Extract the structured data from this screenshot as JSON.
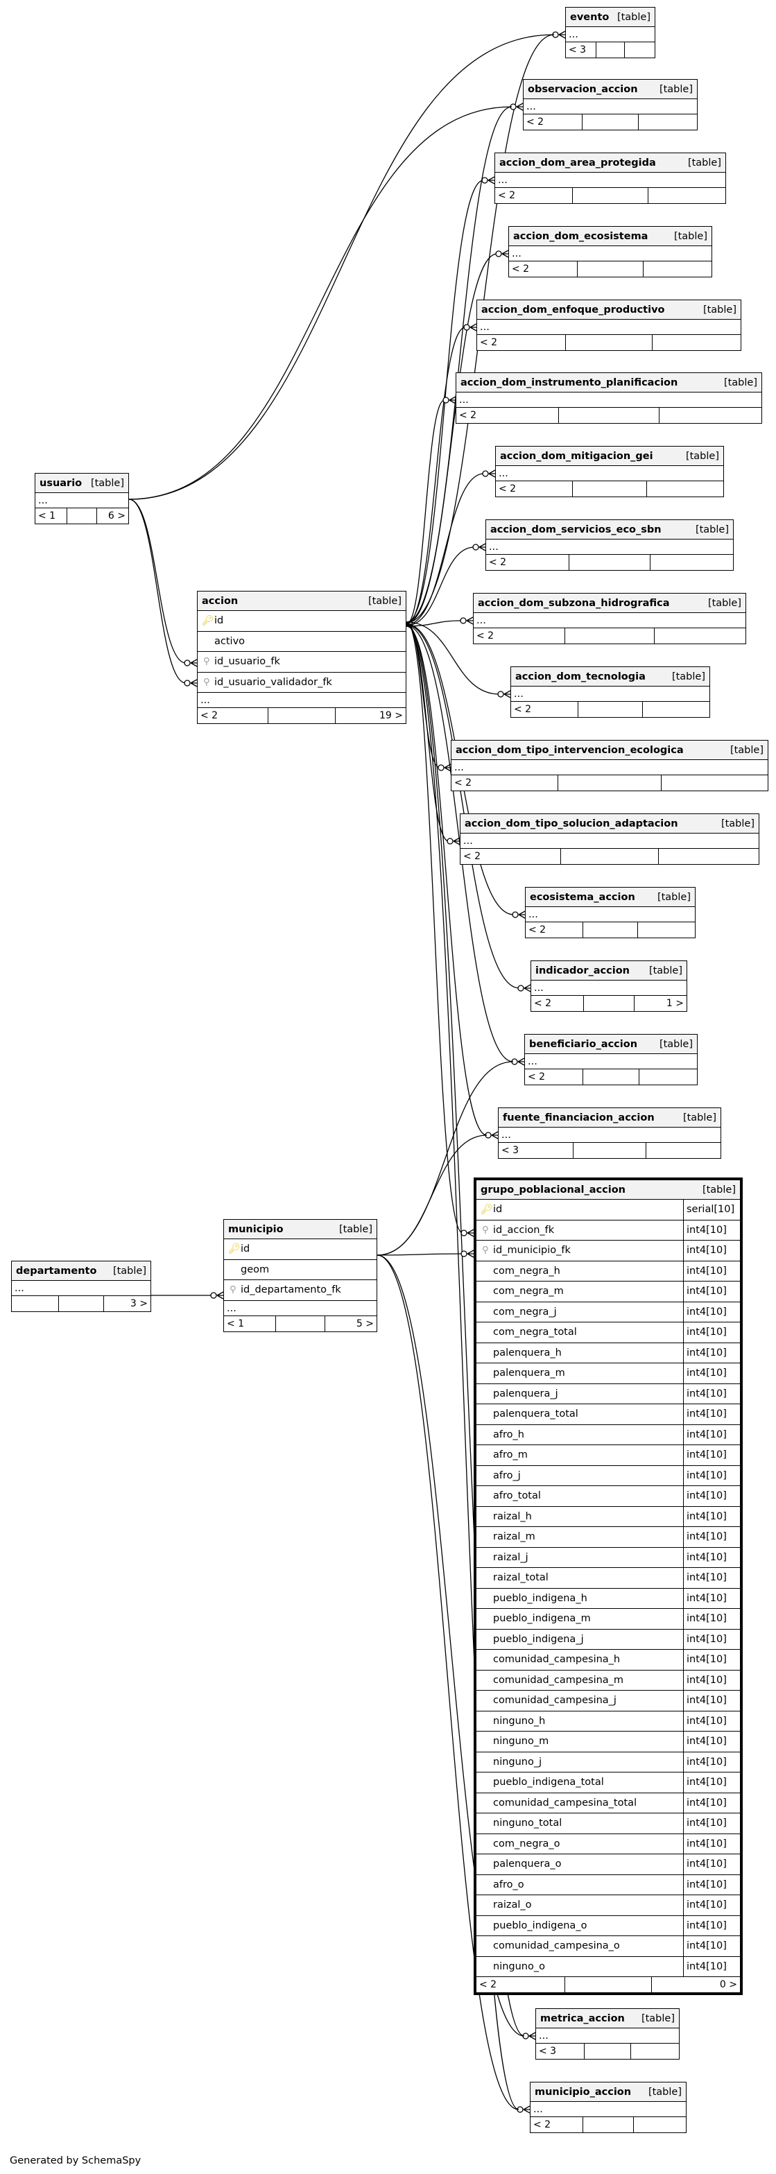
{
  "tag": "[table]",
  "credit": "Generated by SchemaSpy",
  "tables": {
    "evento": {
      "name": "evento",
      "dots": "...",
      "prev": "< 3",
      "next": ""
    },
    "observacion_accion": {
      "name": "observacion_accion",
      "dots": "...",
      "prev": "< 2",
      "next": ""
    },
    "accion_dom_area_protegida": {
      "name": "accion_dom_area_protegida",
      "dots": "...",
      "prev": "< 2",
      "next": ""
    },
    "accion_dom_ecosistema": {
      "name": "accion_dom_ecosistema",
      "dots": "...",
      "prev": "< 2",
      "next": ""
    },
    "accion_dom_enfoque_productivo": {
      "name": "accion_dom_enfoque_productivo",
      "dots": "...",
      "prev": "< 2",
      "next": ""
    },
    "accion_dom_instrumento_planificacion": {
      "name": "accion_dom_instrumento_planificacion",
      "dots": "...",
      "prev": "< 2",
      "next": ""
    },
    "accion_dom_mitigacion_gei": {
      "name": "accion_dom_mitigacion_gei",
      "dots": "...",
      "prev": "< 2",
      "next": ""
    },
    "accion_dom_servicios_eco_sbn": {
      "name": "accion_dom_servicios_eco_sbn",
      "dots": "...",
      "prev": "< 2",
      "next": ""
    },
    "accion_dom_subzona_hidrografica": {
      "name": "accion_dom_subzona_hidrografica",
      "dots": "...",
      "prev": "< 2",
      "next": ""
    },
    "accion_dom_tecnologia": {
      "name": "accion_dom_tecnologia",
      "dots": "...",
      "prev": "< 2",
      "next": ""
    },
    "accion_dom_tipo_intervencion_ecologica": {
      "name": "accion_dom_tipo_intervencion_ecologica",
      "dots": "...",
      "prev": "< 2",
      "next": ""
    },
    "accion_dom_tipo_solucion_adaptacion": {
      "name": "accion_dom_tipo_solucion_adaptacion",
      "dots": "...",
      "prev": "< 2",
      "next": ""
    },
    "ecosistema_accion": {
      "name": "ecosistema_accion",
      "dots": "...",
      "prev": "< 2",
      "next": ""
    },
    "indicador_accion": {
      "name": "indicador_accion",
      "dots": "...",
      "prev": "< 2",
      "next": "1 >"
    },
    "beneficiario_accion": {
      "name": "beneficiario_accion",
      "dots": "...",
      "prev": "< 2",
      "next": ""
    },
    "fuente_financiacion_accion": {
      "name": "fuente_financiacion_accion",
      "dots": "...",
      "prev": "< 3",
      "next": ""
    },
    "usuario": {
      "name": "usuario",
      "dots": "...",
      "prev": "< 1",
      "next": "6 >"
    },
    "accion": {
      "name": "accion",
      "cols": [
        "id",
        "activo",
        "id_usuario_fk",
        "id_usuario_validador_fk"
      ],
      "dots": "...",
      "prev": "< 2",
      "next": "19 >"
    },
    "departamento": {
      "name": "departamento",
      "dots": "...",
      "prev": "",
      "next": "3 >"
    },
    "municipio": {
      "name": "municipio",
      "cols": [
        "id",
        "geom",
        "id_departamento_fk"
      ],
      "dots": "...",
      "prev": "< 1",
      "next": "5 >"
    },
    "metrica_accion": {
      "name": "metrica_accion",
      "dots": "...",
      "prev": "< 3",
      "next": ""
    },
    "municipio_accion": {
      "name": "municipio_accion",
      "dots": "...",
      "prev": "< 2",
      "next": ""
    },
    "grupo_poblacional_accion": {
      "name": "grupo_poblacional_accion",
      "prev": "< 2",
      "next": "0 >",
      "columns": [
        {
          "name": "id",
          "type": "serial[10]"
        },
        {
          "name": "id_accion_fk",
          "type": "int4[10]"
        },
        {
          "name": "id_municipio_fk",
          "type": "int4[10]"
        },
        {
          "name": "com_negra_h",
          "type": "int4[10]"
        },
        {
          "name": "com_negra_m",
          "type": "int4[10]"
        },
        {
          "name": "com_negra_j",
          "type": "int4[10]"
        },
        {
          "name": "com_negra_total",
          "type": "int4[10]"
        },
        {
          "name": "palenquera_h",
          "type": "int4[10]"
        },
        {
          "name": "palenquera_m",
          "type": "int4[10]"
        },
        {
          "name": "palenquera_j",
          "type": "int4[10]"
        },
        {
          "name": "palenquera_total",
          "type": "int4[10]"
        },
        {
          "name": "afro_h",
          "type": "int4[10]"
        },
        {
          "name": "afro_m",
          "type": "int4[10]"
        },
        {
          "name": "afro_j",
          "type": "int4[10]"
        },
        {
          "name": "afro_total",
          "type": "int4[10]"
        },
        {
          "name": "raizal_h",
          "type": "int4[10]"
        },
        {
          "name": "raizal_m",
          "type": "int4[10]"
        },
        {
          "name": "raizal_j",
          "type": "int4[10]"
        },
        {
          "name": "raizal_total",
          "type": "int4[10]"
        },
        {
          "name": "pueblo_indigena_h",
          "type": "int4[10]"
        },
        {
          "name": "pueblo_indigena_m",
          "type": "int4[10]"
        },
        {
          "name": "pueblo_indigena_j",
          "type": "int4[10]"
        },
        {
          "name": "comunidad_campesina_h",
          "type": "int4[10]"
        },
        {
          "name": "comunidad_campesina_m",
          "type": "int4[10]"
        },
        {
          "name": "comunidad_campesina_j",
          "type": "int4[10]"
        },
        {
          "name": "ninguno_h",
          "type": "int4[10]"
        },
        {
          "name": "ninguno_m",
          "type": "int4[10]"
        },
        {
          "name": "ninguno_j",
          "type": "int4[10]"
        },
        {
          "name": "pueblo_indigena_total",
          "type": "int4[10]"
        },
        {
          "name": "comunidad_campesina_total",
          "type": "int4[10]"
        },
        {
          "name": "ninguno_total",
          "type": "int4[10]"
        },
        {
          "name": "com_negra_o",
          "type": "int4[10]"
        },
        {
          "name": "palenquera_o",
          "type": "int4[10]"
        },
        {
          "name": "afro_o",
          "type": "int4[10]"
        },
        {
          "name": "raizal_o",
          "type": "int4[10]"
        },
        {
          "name": "pueblo_indigena_o",
          "type": "int4[10]"
        },
        {
          "name": "comunidad_campesina_o",
          "type": "int4[10]"
        },
        {
          "name": "ninguno_o",
          "type": "int4[10]"
        }
      ]
    }
  }
}
